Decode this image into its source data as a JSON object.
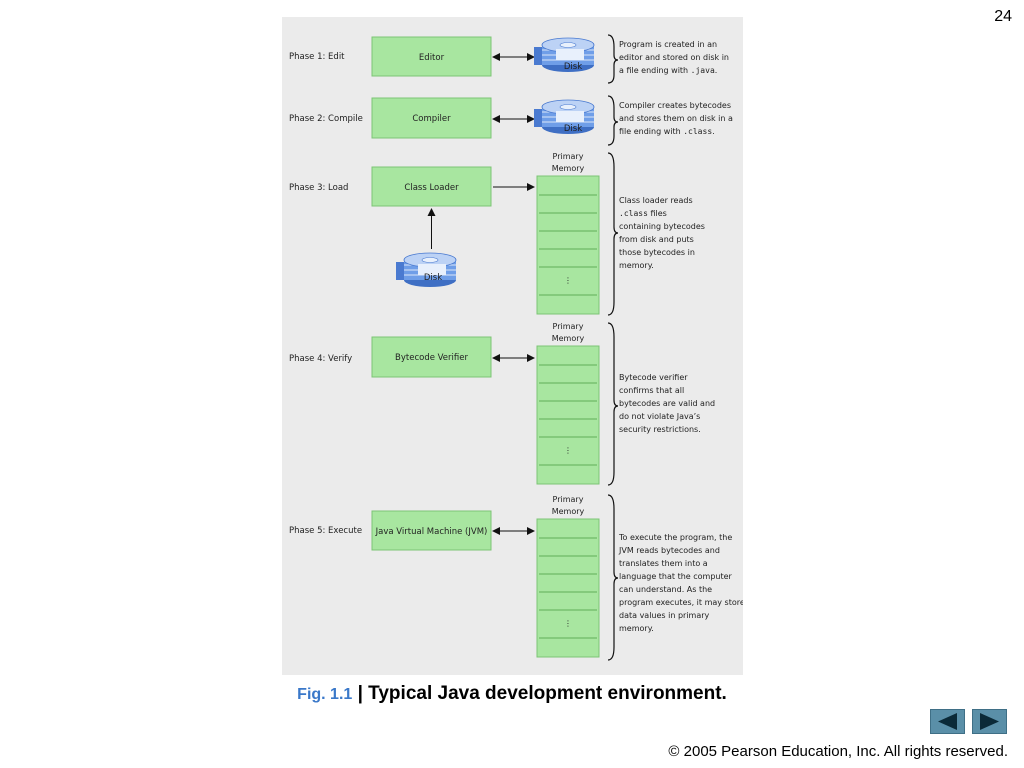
{
  "page_number": "24",
  "phases": [
    {
      "label": "Phase 1: Edit",
      "box": "Editor"
    },
    {
      "label": "Phase 2: Compile",
      "box": "Compiler"
    },
    {
      "label": "Phase 3: Load",
      "box": "Class Loader"
    },
    {
      "label": "Phase 4: Verify",
      "box": "Bytecode Verifier"
    },
    {
      "label": "Phase 5: Execute",
      "box": "Java Virtual Machine (JVM)"
    }
  ],
  "disk_label": "Disk",
  "memory_label": [
    "Primary",
    "Memory"
  ],
  "memory_dots": "⋮",
  "notes": {
    "edit": [
      "Program is created in an",
      "editor and stored on disk in",
      "a file ending with ",
      ".java",
      "."
    ],
    "compile": [
      "Compiler creates bytecodes",
      "and stores them on disk in a",
      "file ending with ",
      ".class",
      "."
    ],
    "load": [
      "Class loader reads",
      ".class",
      " files",
      "containing bytecodes",
      "from disk and puts",
      "those bytecodes in",
      "memory."
    ],
    "verify": [
      "Bytecode verifier",
      "confirms that all",
      "bytecodes are valid and",
      "do not violate Java’s",
      "security restrictions."
    ],
    "execute": [
      "To execute the program, the",
      "JVM reads bytecodes and",
      "translates them into a",
      "language that the computer",
      "can understand. As the",
      "program executes, it may store",
      "data values in primary",
      "memory."
    ]
  },
  "caption": {
    "fig": "Fig. 1.1",
    "separator": " | ",
    "title": "Typical Java development environment."
  },
  "nav": {
    "prev_icon": "triangle-left-icon",
    "next_icon": "triangle-right-icon"
  },
  "copyright": "© 2005 Pearson Education, Inc.  All rights reserved.",
  "colors": {
    "box_fill": "#a8e6a0",
    "box_border": "#7cc476",
    "disk_blue": "#6f9ee8",
    "panel_bg": "#ebebeb",
    "caption_blue": "#3a78c9",
    "nav_fill": "#5a8fa8"
  }
}
